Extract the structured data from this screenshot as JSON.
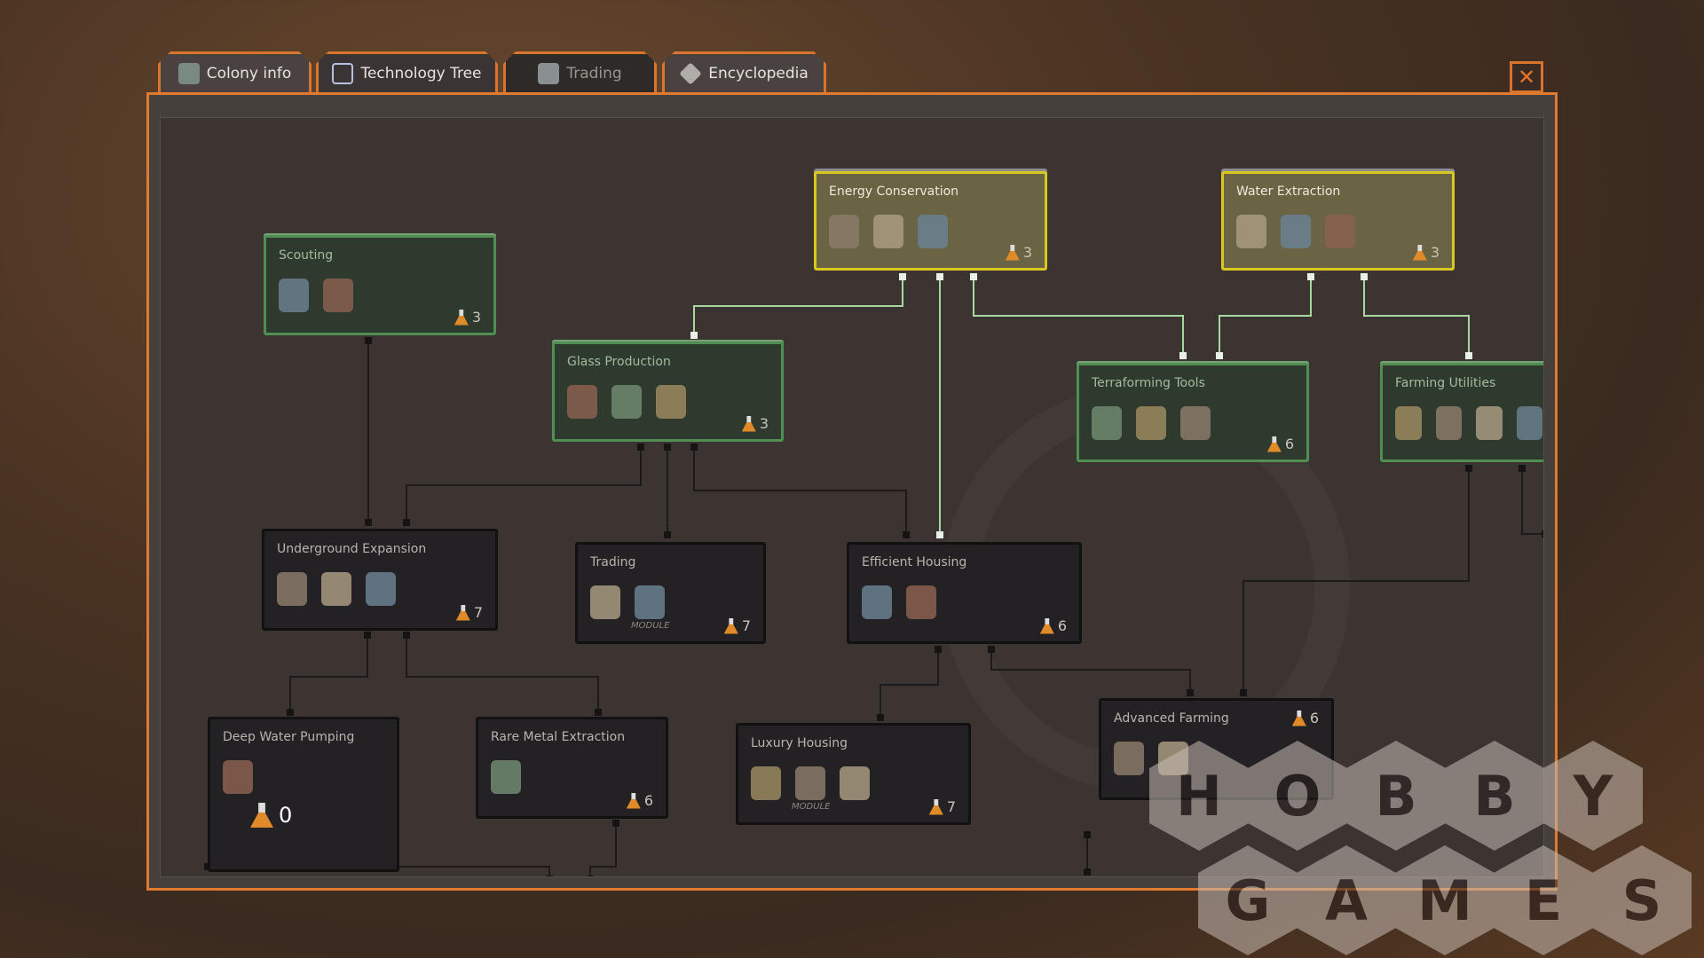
{
  "tabs": [
    {
      "label": "Colony info",
      "icon": "dome-icon"
    },
    {
      "label": "Technology Tree",
      "icon": "circuit-icon"
    },
    {
      "label": "Trading",
      "icon": "lock-icon"
    },
    {
      "label": "Encyclopedia",
      "icon": "question-gem-icon"
    }
  ],
  "close_icon": "✕",
  "research_points": "0",
  "nodes": [
    {
      "id": "energy-conservation",
      "title": "Energy Conservation",
      "state": "available",
      "cost": "3",
      "icons": [
        "frame-icon",
        "solar-panel-icon",
        "generator-icon"
      ]
    },
    {
      "id": "water-extraction",
      "title": "Water Extraction",
      "state": "available",
      "cost": "3",
      "icons": [
        "pipe-frame-icon",
        "water-pump-icon",
        "valve-icon"
      ]
    },
    {
      "id": "scouting",
      "title": "Scouting",
      "state": "researched",
      "cost": "3",
      "icons": [
        "drone-station-icon",
        "drone-icon"
      ]
    },
    {
      "id": "glass-production",
      "title": "Glass Production",
      "state": "researched",
      "cost": "3",
      "icons": [
        "glass-furnace-icon",
        "glass-dome-icon",
        "greenhouse-icon"
      ]
    },
    {
      "id": "terraforming-tools",
      "title": "Terraforming Tools",
      "state": "researched",
      "cost": "6",
      "icons": [
        "terraformer-icon",
        "orb-icon",
        "reactor-icon"
      ]
    },
    {
      "id": "farming-utilities",
      "title": "Farming Utilities",
      "state": "researched",
      "cost": "",
      "icons": [
        "field-frame-icon",
        "crop-icon",
        "silo-icon",
        "sprinkler-icon"
      ]
    },
    {
      "id": "underground-expansion",
      "title": "Underground Expansion",
      "state": "locked",
      "cost": "7",
      "icons": [
        "shaft-icon",
        "drill-icon",
        "barrel-icon"
      ]
    },
    {
      "id": "trading",
      "title": "Trading",
      "state": "locked",
      "cost": "7",
      "module": "MODULE",
      "icons": [
        "trade-post-icon",
        "cannon-icon"
      ]
    },
    {
      "id": "efficient-housing",
      "title": "Efficient Housing",
      "state": "locked",
      "cost": "6",
      "icons": [
        "habitat-icon",
        "tower-icon"
      ]
    },
    {
      "id": "deep-water-pumping",
      "title": "Deep Water Pumping",
      "state": "locked",
      "cost": "",
      "icons": [
        "deep-pump-icon"
      ]
    },
    {
      "id": "rare-metal-extraction",
      "title": "Rare Metal Extraction",
      "state": "locked",
      "cost": "6",
      "icons": [
        "extractor-icon"
      ]
    },
    {
      "id": "luxury-housing",
      "title": "Luxury Housing",
      "state": "locked",
      "cost": "7",
      "module": "MODULE",
      "icons": [
        "luxury-pod-icon",
        "capsule-icon",
        "bot-icon"
      ]
    },
    {
      "id": "advanced-farming",
      "title": "Advanced Farming",
      "state": "locked",
      "cost": "6",
      "icons": [
        "bioreactor-icon",
        "hydroponics-icon"
      ]
    }
  ],
  "watermark": {
    "row1": [
      "H",
      "O",
      "B",
      "B",
      "Y"
    ],
    "row2": [
      "G",
      "A",
      "M",
      "E",
      "S"
    ]
  }
}
